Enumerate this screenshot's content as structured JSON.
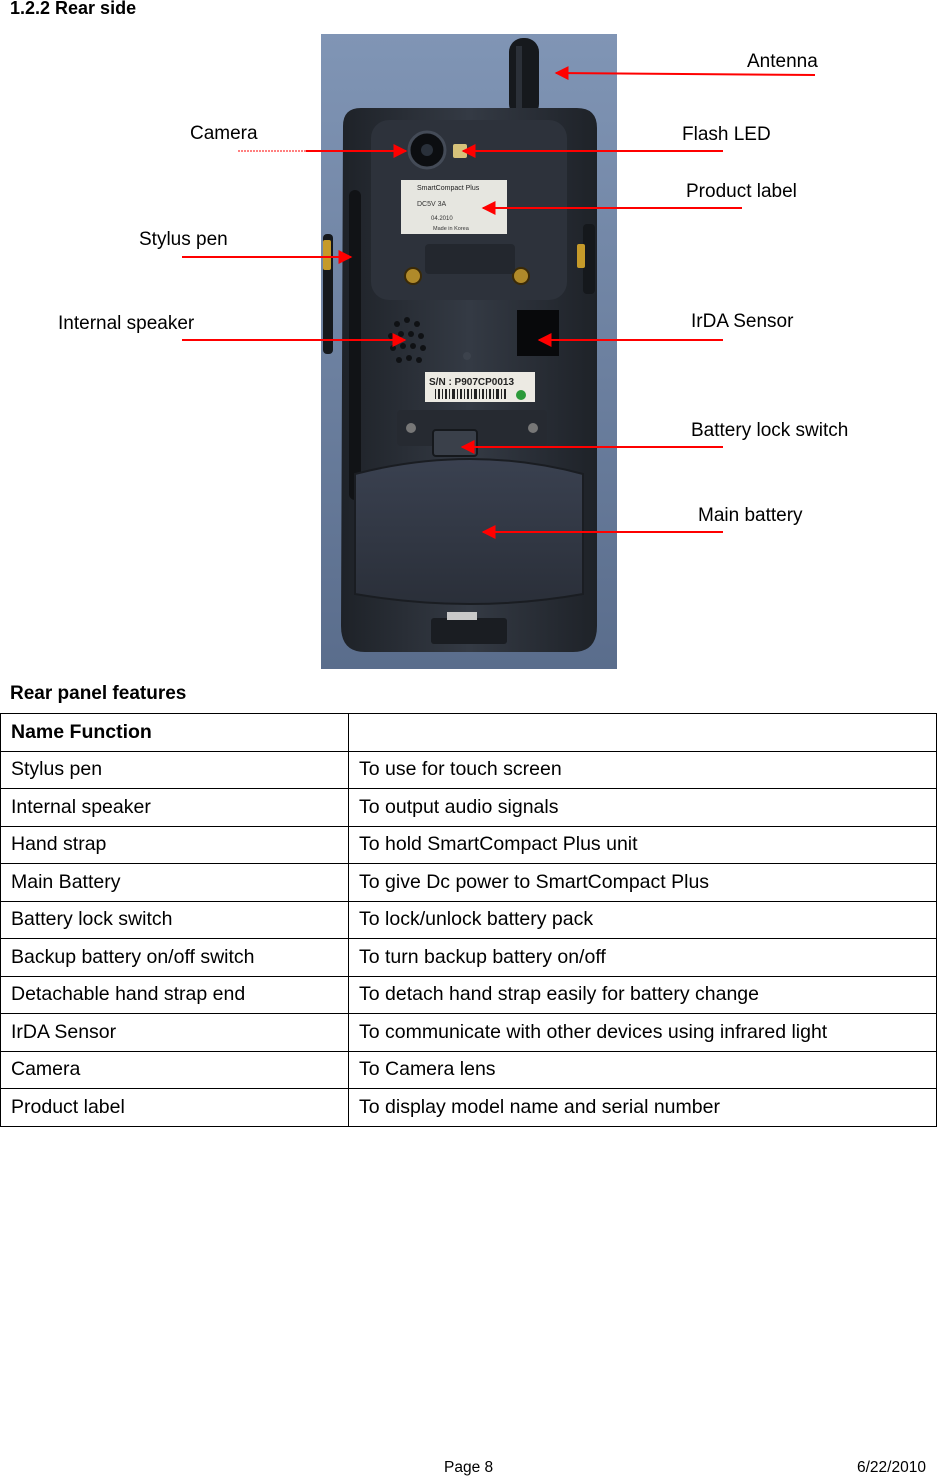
{
  "section_title": "1.2.2 Rear side",
  "callouts": {
    "antenna": "Antenna",
    "camera": "Camera",
    "flash_led": "Flash LED",
    "product_label": "Product label",
    "stylus_pen": "Stylus pen",
    "internal_speaker": "Internal speaker",
    "irda_sensor": "IrDA Sensor",
    "battery_lock_switch": "Battery lock switch",
    "main_battery": "Main battery"
  },
  "device_label": {
    "product_name": "SmartCompact Plus",
    "input": "DC5V 3A",
    "date": "04.2010",
    "made_in": "Made in Korea",
    "serial": "S/N : P907CP0013"
  },
  "table": {
    "caption": "Rear panel features",
    "header": [
      "Name Function",
      ""
    ],
    "rows": [
      [
        "Stylus pen",
        "To use for touch screen"
      ],
      [
        "Internal speaker",
        "To output audio signals"
      ],
      [
        "Hand strap",
        "To hold SmartCompact Plus unit"
      ],
      [
        "Main Battery",
        "To give Dc power to SmartCompact Plus"
      ],
      [
        "Battery lock switch",
        "To lock/unlock battery pack"
      ],
      [
        "Backup battery on/off switch",
        "To turn backup battery on/off"
      ],
      [
        "Detachable hand strap end",
        "To detach hand strap easily for battery change"
      ],
      [
        "IrDA Sensor",
        "To communicate with other devices using infrared light"
      ],
      [
        "Camera",
        "To Camera lens"
      ],
      [
        "Product label",
        "To display model name and serial number"
      ]
    ]
  },
  "footer": {
    "page": "Page 8",
    "date": "6/22/2010"
  },
  "colors": {
    "arrow": "#ff0000",
    "device_body": "#2b2f36",
    "photo_background": "#6a7fa0"
  }
}
